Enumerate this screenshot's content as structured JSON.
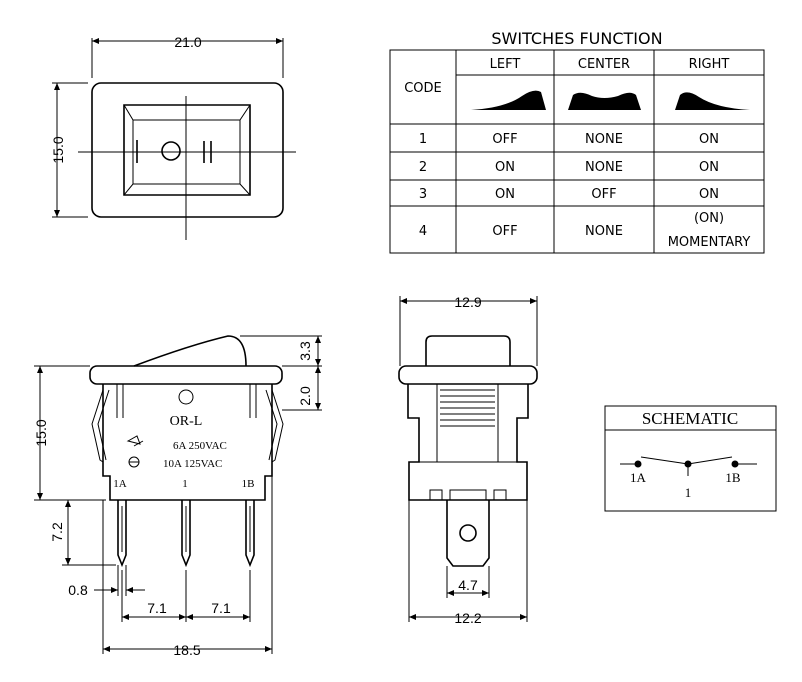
{
  "top_view": {
    "width_dim": "21.0",
    "height_dim": "15.0",
    "symbols": [
      "I",
      "O",
      "II"
    ]
  },
  "table": {
    "title": "SWITCHES FUNCTION",
    "headers": [
      "CODE",
      "LEFT",
      "CENTER",
      "RIGHT"
    ],
    "rows": [
      {
        "code": "1",
        "left": "OFF",
        "center": "NONE",
        "right": "ON"
      },
      {
        "code": "2",
        "left": "ON",
        "center": "NONE",
        "right": "ON"
      },
      {
        "code": "3",
        "left": "ON",
        "center": "OFF",
        "right": "ON"
      },
      {
        "code": "4",
        "left": "OFF",
        "center": "NONE",
        "right_line1": "(ON)",
        "right_line2": "MOMENTARY"
      }
    ]
  },
  "side_view": {
    "dim_3_3": "3.3",
    "dim_2_0": "2.0",
    "dim_15_0": "15.0",
    "dim_7_2": "7.2",
    "dim_0_8": "0.8",
    "dim_7_1_left": "7.1",
    "dim_7_1_right": "7.1",
    "dim_18_5": "18.5",
    "model": "OR-L",
    "rating1": "6A  250VAC",
    "rating2": "10A  125VAC",
    "pin_labels": [
      "1A",
      "1",
      "1B"
    ]
  },
  "end_view": {
    "dim_12_9": "12.9",
    "dim_4_7": "4.7",
    "dim_12_2": "12.2"
  },
  "schematic": {
    "title": "SCHEMATIC",
    "labels": [
      "1A",
      "1",
      "1B"
    ]
  }
}
